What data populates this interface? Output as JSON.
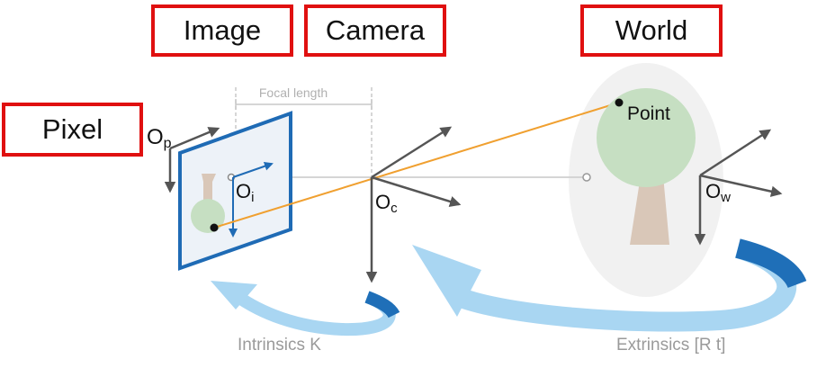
{
  "labels": {
    "image": "Image",
    "camera": "Camera",
    "world": "World",
    "pixel": "Pixel",
    "focal_length": "Focal length",
    "point": "Point",
    "intrinsics": "Intrinsics K",
    "extrinsics": "Extrinsics [R t]"
  },
  "origins": {
    "pixel": {
      "base": "O",
      "sub": "p"
    },
    "image": {
      "base": "O",
      "sub": "i"
    },
    "camera": {
      "base": "O",
      "sub": "c"
    },
    "world": {
      "base": "O",
      "sub": "w"
    }
  },
  "colors": {
    "label_border": "#e01010",
    "image_plane": "#1f6bb5",
    "ray": "#f0a030",
    "axis": "#555555",
    "curve_light": "#9fd0ef",
    "curve_dark": "#1f6fb8",
    "tree_foliage": "#c6dfc2",
    "tree_trunk": "#d9c7b8",
    "world_bg": "#f1f1f1",
    "caption_text": "#9a9a9a"
  }
}
